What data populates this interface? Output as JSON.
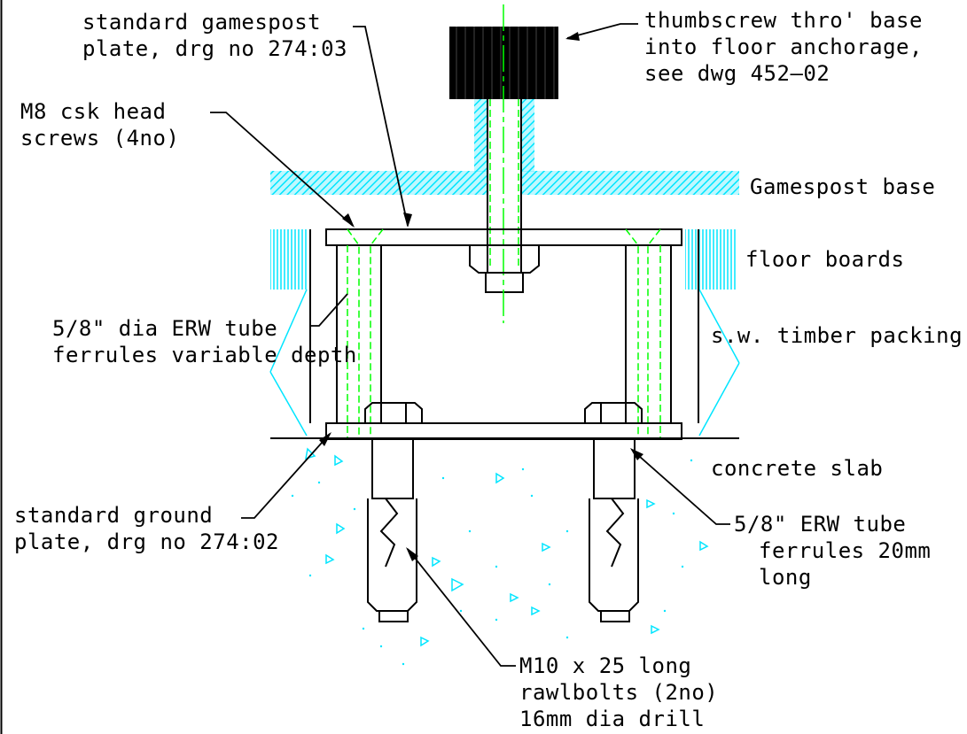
{
  "labels": {
    "gamespost_plate": [
      "standard gamespost",
      "plate, drg no 274:03"
    ],
    "thumbscrew": [
      "thumbscrew thro' base",
      "into floor anchorage,",
      "see dwg 452–02"
    ],
    "csk_screws": [
      "M8 csk head",
      "screws (4no)"
    ],
    "gamespost_base": "Gamespost base",
    "floor_boards": "floor boards",
    "tube_ferrules_variable": [
      "5/8\" dia ERW tube",
      "ferrules variable depth"
    ],
    "timber_packing": "s.w. timber packing",
    "concrete_slab": "concrete slab",
    "ground_plate": [
      "standard ground",
      "plate, drg no 274:02"
    ],
    "tube_ferrules_20mm": [
      "5/8\" ERW tube",
      "ferrules 20mm",
      "long"
    ],
    "rawlbolts": [
      "M10 x 25 long",
      "rawlbolts (2no)",
      "16mm dia drill"
    ]
  },
  "colors": {
    "line": "#000000",
    "hatch": "#00e5ff",
    "hidden": "#00ff00"
  }
}
